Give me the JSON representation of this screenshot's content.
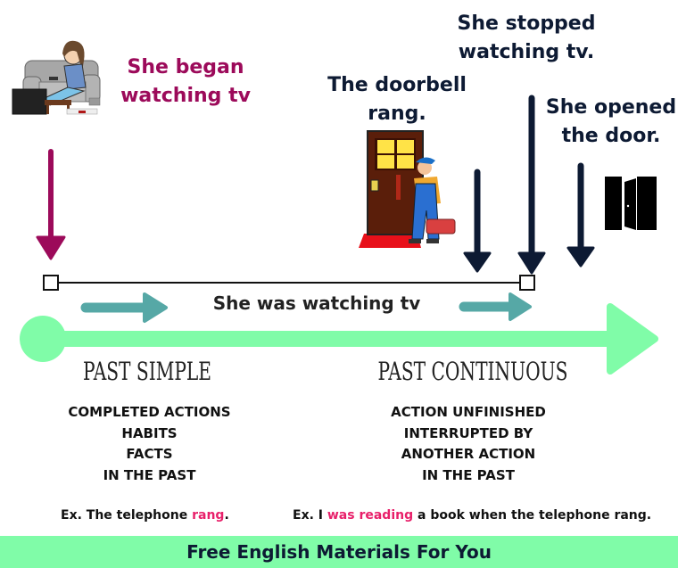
{
  "labels": {
    "began": [
      "She began",
      "watching tv"
    ],
    "doorbell": [
      "The doorbell",
      "rang."
    ],
    "stopped": [
      "She stopped",
      "watching tv."
    ],
    "opened": [
      "She opened",
      "the door."
    ],
    "watching": "She was watching tv"
  },
  "sections": {
    "past_simple": {
      "heading": "PAST SIMPLE",
      "items": [
        "COMPLETED ACTIONS",
        "HABITS",
        "FACTS",
        "IN THE PAST"
      ],
      "example": {
        "prefix": "Ex. The telephone ",
        "highlight": "rang",
        "suffix": "."
      }
    },
    "past_continuous": {
      "heading": "PAST CONTINUOUS",
      "items": [
        "ACTION UNFINISHED",
        "INTERRUPTED BY",
        "ANOTHER ACTION",
        "IN THE PAST"
      ],
      "example": {
        "prefix": "Ex. I ",
        "highlight": "was reading",
        "suffix": " a book when the telephone rang."
      }
    }
  },
  "footer": {
    "text": "Free English Materials For You"
  },
  "icons": {
    "woman_on_couch": "woman-watching-tv-illustration",
    "plumber_at_door": "plumber-at-door-illustration",
    "open_door": "open-door-icon"
  },
  "colors": {
    "magenta": "#9c0a5a",
    "navy": "#0d1a33",
    "teal": "#56a8a6",
    "mint": "#80fca8",
    "pink": "#e8206a"
  }
}
